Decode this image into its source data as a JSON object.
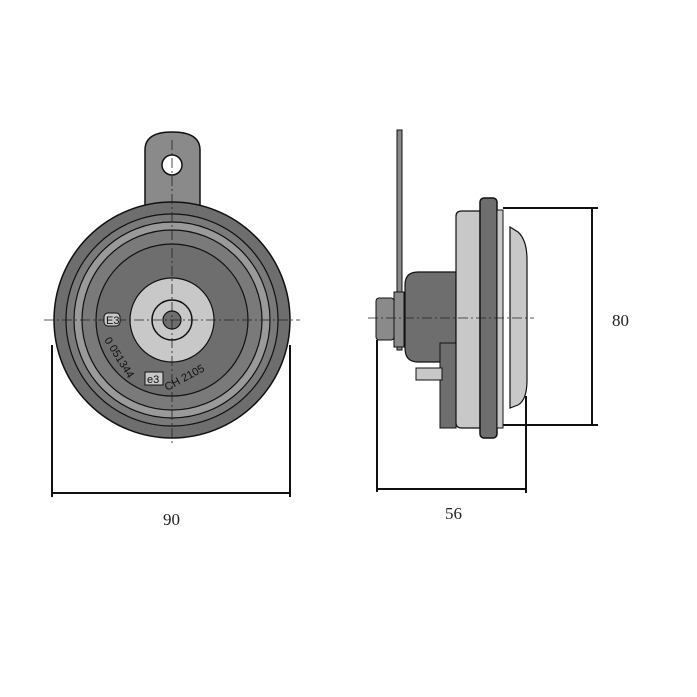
{
  "dimensions": {
    "width": "90",
    "depth": "56",
    "height": "80"
  },
  "markings": {
    "approval_1": "E3",
    "approval_number": "0 051344",
    "approval_2": "e3",
    "type_code": "CH 2105"
  },
  "colors": {
    "dark": "#6e6e6e",
    "mid": "#8a8a8a",
    "light": "#c8c8c8",
    "line": "#111111"
  }
}
